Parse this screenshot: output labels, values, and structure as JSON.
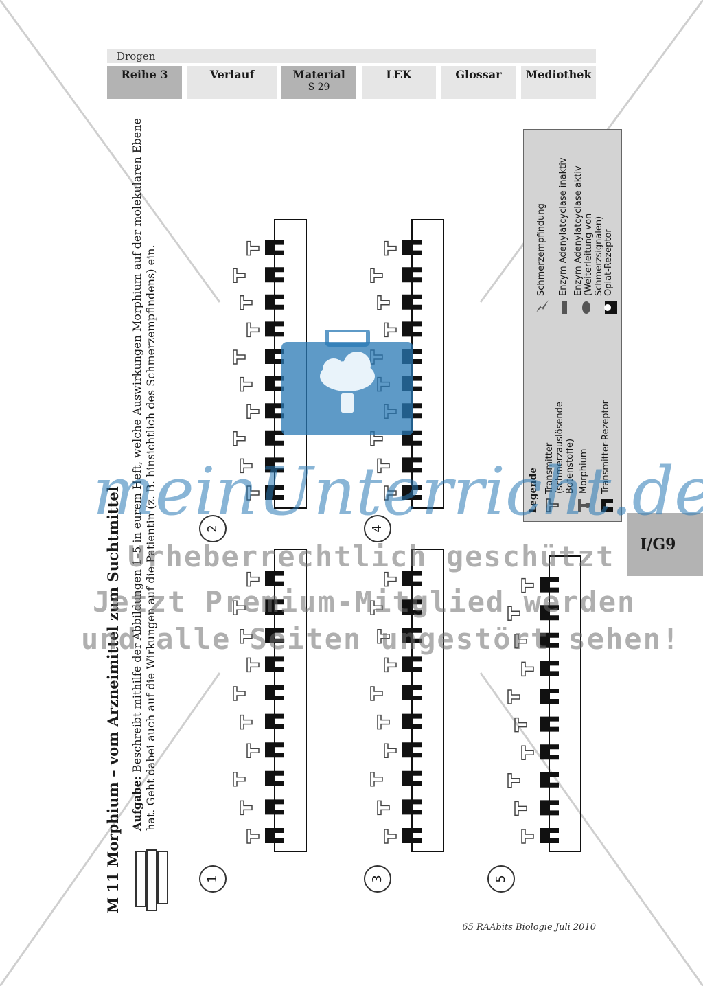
{
  "header": {
    "subject": "Drogen"
  },
  "nav": [
    {
      "label": "Reihe 3",
      "active": true
    },
    {
      "label": "Verlauf",
      "active": false
    },
    {
      "label": "Material",
      "sub": "S 29",
      "active": true
    },
    {
      "label": "LEK",
      "active": false
    },
    {
      "label": "Glossar",
      "active": false
    },
    {
      "label": "Mediothek",
      "active": false
    }
  ],
  "side_tab": "I/G9",
  "title": "M 11   Morphium – vom Arzneimittel zum Suchtmittel",
  "task": {
    "label": "Aufgabe:",
    "text": "Beschreibt mithilfe der Abbildungen 1–5 in eurem Heft, welche Auswirkungen Morphium auf der molekularen Ebene hat. Geht dabei auch auf die Wirkungen auf die Patientin (z. B. hinsichtlich des Schmerzempfindens) ein."
  },
  "figures": [
    "1",
    "2",
    "3",
    "4",
    "5"
  ],
  "legend": {
    "title": "Legende",
    "items": [
      {
        "icon": "t-shape-icon",
        "label": "Transmitter (schmerzauslösende Botenstoffe)"
      },
      {
        "icon": "morphine-icon",
        "label": "Morphium"
      },
      {
        "icon": "transmitter-receptor-icon",
        "label": "Transmitter-Rezeptor"
      },
      {
        "icon": "opiate-receptor-icon",
        "label": "Opiat-Rezeptor"
      },
      {
        "icon": "enzyme-active-icon",
        "label": "Enzym Adenylatcyclase aktiv (Weiterleitung von Schmerzsignalen)"
      },
      {
        "icon": "enzyme-inactive-icon",
        "label": "Enzym Adenylatcyclase inaktiv"
      },
      {
        "icon": "lightning-icon",
        "label": "Schmerzempfindung"
      }
    ]
  },
  "watermark": {
    "logo": "meinUnterricht.de",
    "lines": [
      "Urheberrechtlich geschützt",
      "Jetzt Premium-Mitglied werden",
      "und alle Seiten ungestört sehen!"
    ]
  },
  "footer": "65 RAAbits Biologie Juli 2010"
}
